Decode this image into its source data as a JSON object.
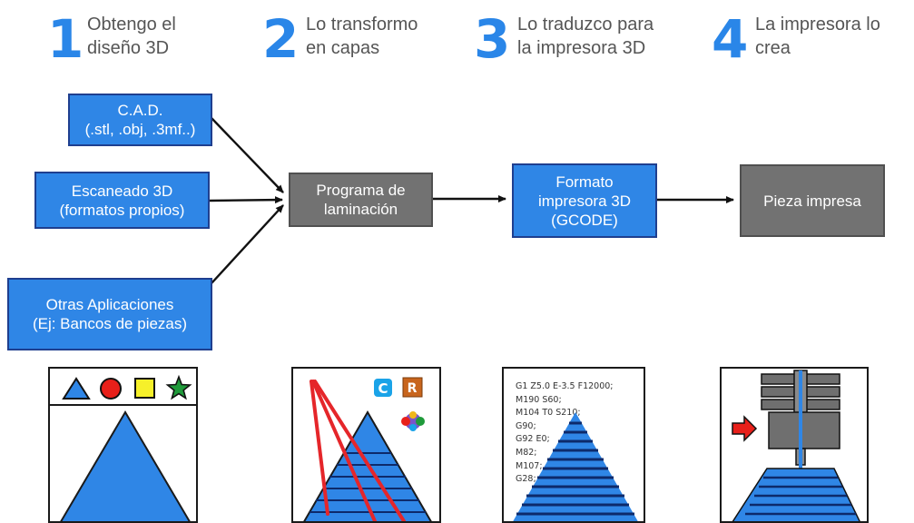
{
  "steps": [
    {
      "number": "1",
      "line1": "Obtengo el",
      "line2": "diseño 3D"
    },
    {
      "number": "2",
      "line1": "Lo transformo",
      "line2": "en capas"
    },
    {
      "number": "3",
      "line1": "Lo traduzco para",
      "line2": "la impresora 3D"
    },
    {
      "number": "4",
      "line1": "La impresora lo",
      "line2": "crea"
    }
  ],
  "sources": {
    "cad": {
      "line1": "C.A.D.",
      "line2": "(.stl, .obj, .3mf..)"
    },
    "scan": {
      "line1": "Escaneado 3D",
      "line2": "(formatos propios)"
    },
    "other": {
      "line1": "Otras Aplicaciones",
      "line2": "(Ej: Bancos de piezas)"
    }
  },
  "process": {
    "slicer": {
      "line1": "Programa de",
      "line2": "laminación"
    },
    "format": {
      "line1": "Formato",
      "line2": "impresora 3D",
      "line3": "(GCODE)"
    },
    "result": {
      "line1": "Pieza impresa"
    }
  },
  "gcode_lines": [
    "G1 Z5.0 E-3.5 F12000;",
    "M190 S60;",
    "M104 T0 S210;",
    "G90;",
    "G92 E0;",
    "M82;",
    "M107;",
    "G28;"
  ],
  "app_icons": [
    "cura-icon",
    "repetier-icon",
    "slic3r-icon"
  ],
  "colors": {
    "accent_blue": "#2a86e8",
    "box_blue": "#2f86e6",
    "box_gray": "#727272",
    "shape_red": "#e8201a",
    "shape_yellow": "#f6f02a",
    "shape_green": "#1f9a3a",
    "laser_red": "#e5262a"
  }
}
